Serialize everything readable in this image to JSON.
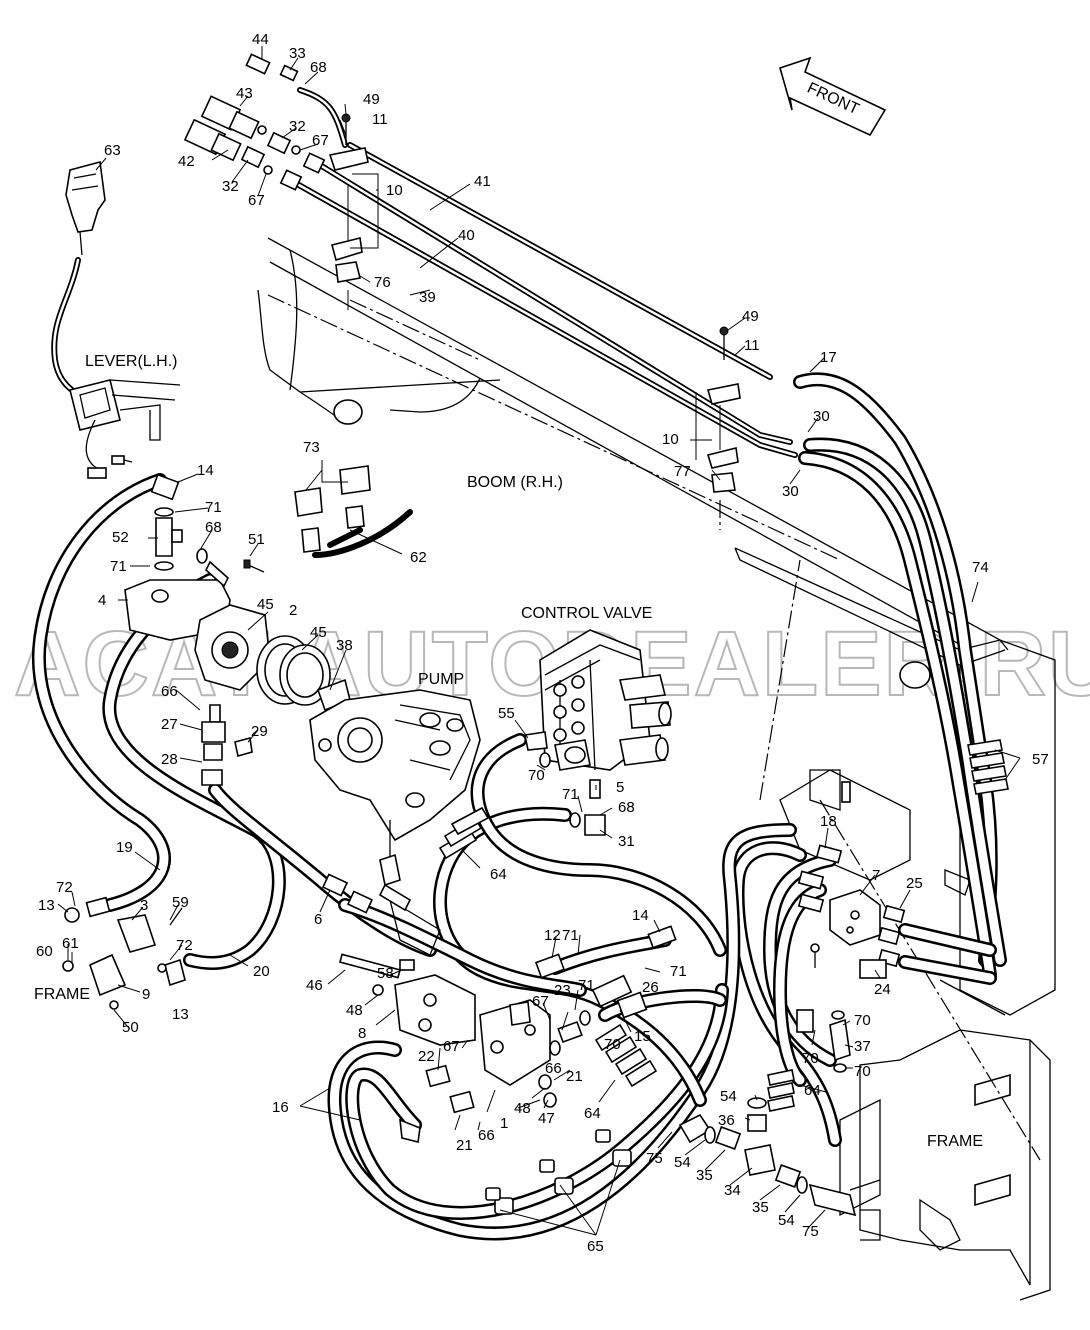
{
  "watermark": "ACAT AUTODEALER.RU",
  "names": {
    "front": "FRONT",
    "lever": "LEVER(L.H.)",
    "boom": "BOOM (R.H.)",
    "control_valve": "CONTROL VALVE",
    "pump": "PUMP",
    "frame_left": "FRAME",
    "frame_right": "FRAME"
  },
  "callouts": [
    "44",
    "33",
    "68",
    "43",
    "32",
    "67",
    "42",
    "32",
    "67",
    "49",
    "11",
    "10",
    "41",
    "40",
    "39",
    "76",
    "63",
    "49",
    "11",
    "17",
    "30",
    "10",
    "77",
    "30",
    "73",
    "62",
    "14",
    "71",
    "68",
    "52",
    "51",
    "71",
    "4",
    "45",
    "2",
    "45",
    "38",
    "66",
    "27",
    "29",
    "28",
    "55",
    "70",
    "5",
    "71",
    "68",
    "31",
    "64",
    "19",
    "72",
    "13",
    "3",
    "59",
    "72",
    "61",
    "60",
    "9",
    "13",
    "50",
    "20",
    "6",
    "46",
    "58",
    "48",
    "8",
    "12",
    "71",
    "14",
    "71",
    "23",
    "71",
    "26",
    "67",
    "15",
    "22",
    "67",
    "66",
    "21",
    "70",
    "21",
    "66",
    "48",
    "47",
    "1",
    "64",
    "16",
    "65",
    "75",
    "54",
    "35",
    "36",
    "54",
    "34",
    "35",
    "54",
    "75",
    "70",
    "37",
    "70",
    "64",
    "70",
    "18",
    "7",
    "25",
    "24",
    "57",
    "74"
  ]
}
